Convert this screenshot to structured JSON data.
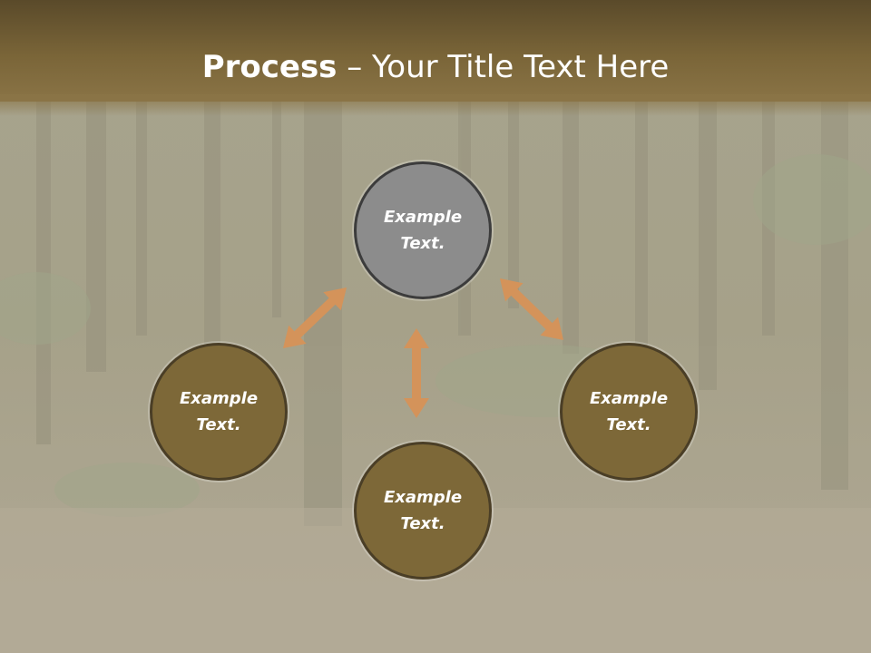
{
  "title": {
    "bold": "Process",
    "rest": " – Your Title Text Here"
  },
  "nodes": {
    "top": "Example Text.",
    "left": "Example Text.",
    "right": "Example Text.",
    "bottom": "Example Text."
  },
  "colors": {
    "header": "#7a6538",
    "node_fill": "#7d6838",
    "node_top_fill": "#8c8c8c",
    "arrow": "#d4935a"
  }
}
